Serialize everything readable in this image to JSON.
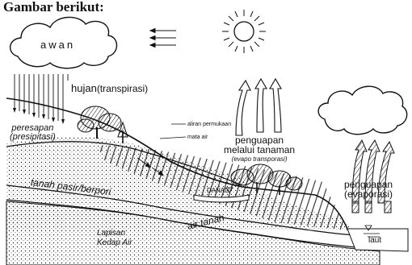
{
  "header": {
    "title": "Gambar berikut:"
  },
  "labels": {
    "awan": "awan",
    "hujan": "hujan",
    "hujan_note": "(transpirasi)",
    "peresapan": "peresapan",
    "presipitasi": "(presipitasi)",
    "aliran_permukaan": "aliran permukaan",
    "mata_air": "mata air",
    "penguapan_tanaman_1": "penguapan",
    "penguapan_tanaman_2": "melalui tanaman",
    "evapo_transporasi": "(evapo transporasi)",
    "penguapan": "penguapan",
    "evaporasi": "(evaporasi)",
    "tanah_pasir": "tanah pasir/berpori",
    "danau": "DANAU",
    "air_tanah": "air tanah",
    "lapisan_1": "Lapisan",
    "lapisan_2": "Kedap Air",
    "laut": "laut"
  },
  "colors": {
    "ink": "#111111",
    "paper": "#ffffff"
  }
}
